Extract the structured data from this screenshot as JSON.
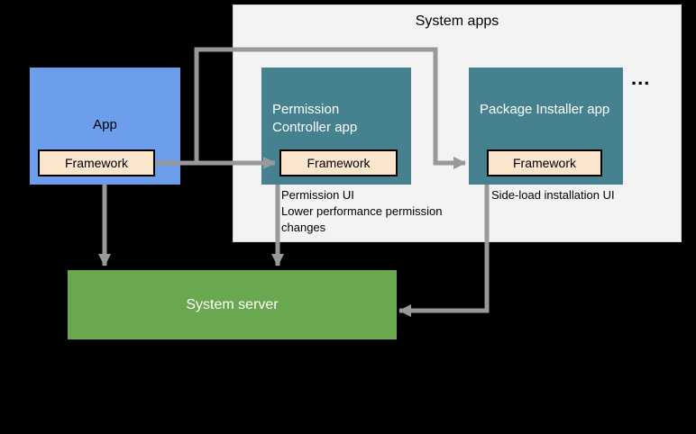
{
  "colors": {
    "background": "#000000",
    "system_apps_bg": "#f3f3f3",
    "system_apps_border": "#d8d8d8",
    "app_blue": "#6d9eeb",
    "teal": "#45818e",
    "framework_bg": "#fce5cd",
    "framework_border": "#000000",
    "server_green": "#6aa84f",
    "arrow_gray": "#999999"
  },
  "diagram": {
    "system_apps_group": {
      "label": "System apps"
    },
    "app_node": {
      "label": "App",
      "framework": "Framework"
    },
    "permission_controller_node": {
      "label": "Permission Controller app",
      "framework": "Framework",
      "caption_line1": "Permission UI",
      "caption_line2": "Lower performance permission changes"
    },
    "package_installer_node": {
      "label": "Package Installer app",
      "framework": "Framework",
      "caption": "Side-load installation UI"
    },
    "more_apps_ellipsis": "...",
    "system_server_node": {
      "label": "System server"
    },
    "edges": [
      {
        "from": "app-framework",
        "to": "permission-controller-framework"
      },
      {
        "from": "app-framework",
        "to": "package-installer-framework"
      },
      {
        "from": "app-node",
        "to": "system-server"
      },
      {
        "from": "permission-controller-app",
        "to": "system-server"
      },
      {
        "from": "package-installer-app",
        "to": "system-server"
      }
    ]
  }
}
